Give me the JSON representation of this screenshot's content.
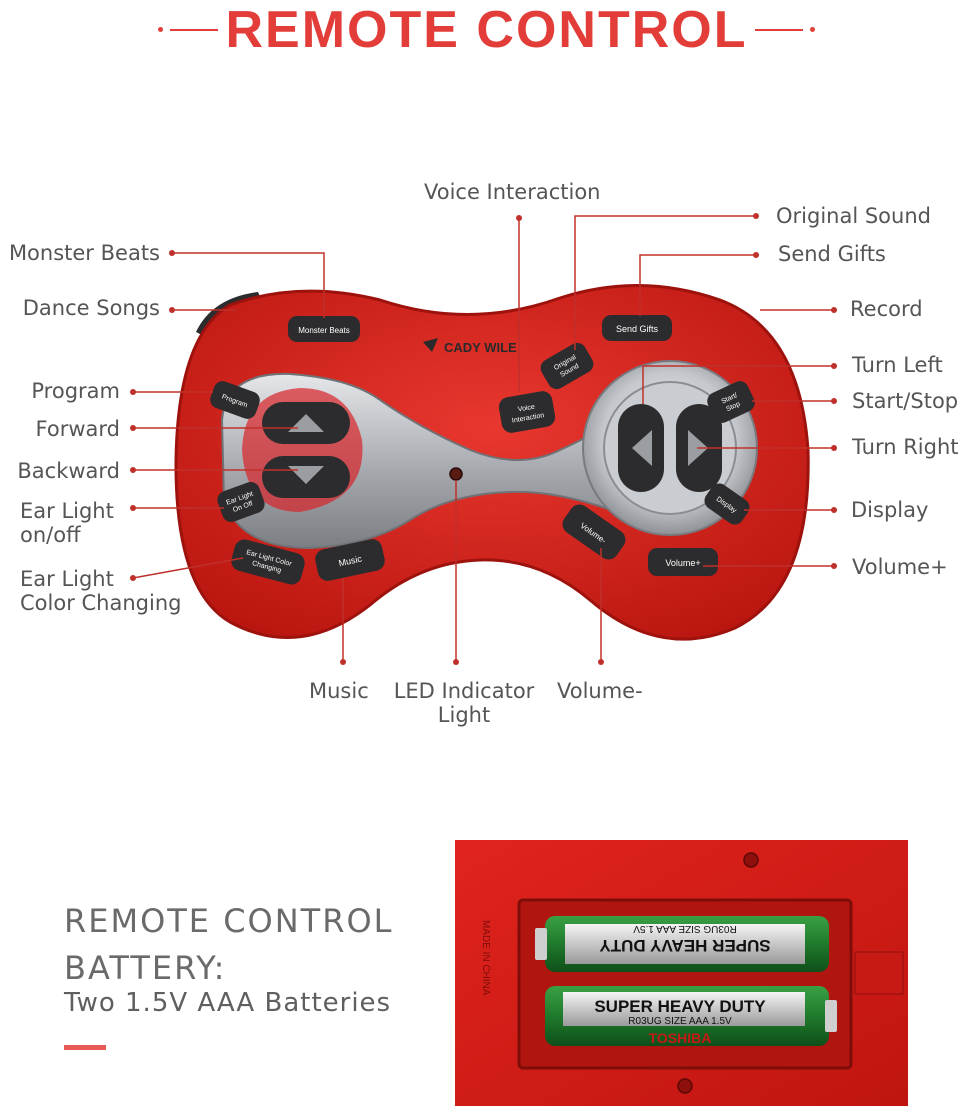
{
  "title": "REMOTE CONTROL",
  "brand": "CADY WILE",
  "colors": {
    "accent": "#e23d38",
    "body": "#d92622",
    "silver": "#b9bcc0",
    "button": "#2c2c2e",
    "label": "#555555"
  },
  "callouts": {
    "voice_interaction": "Voice Interaction",
    "original_sound": "Original Sound",
    "send_gifts": "Send Gifts",
    "monster_beats": "Monster Beats",
    "dance_songs": "Dance Songs",
    "record": "Record",
    "program": "Program",
    "forward": "Forward",
    "backward": "Backward",
    "ear_light_onoff_1": "Ear Light",
    "ear_light_onoff_2": "on/off",
    "ear_light_color_1": "Ear Light",
    "ear_light_color_2": "Color Changing",
    "turn_left": "Turn Left",
    "start_stop": "Start/Stop",
    "turn_right": "Turn Right",
    "display": "Display",
    "volume_plus": "Volume+",
    "music": "Music",
    "led_indicator_1": "LED Indicator",
    "led_indicator_2": "Light",
    "volume_minus": "Volume-"
  },
  "buttons": {
    "monster_beats": "Monster Beats",
    "send_gifts": "Send Gifts",
    "original_sound_1": "Original",
    "original_sound_2": "Sound",
    "voice_interaction_1": "Voice",
    "voice_interaction_2": "Interaction",
    "program": "Program",
    "start_stop_1": "Start/",
    "start_stop_2": "Stop",
    "ear_light_onoff_1": "Ear Light",
    "ear_light_onoff_2": "On Off",
    "ear_light_color_1": "Ear Light Color",
    "ear_light_color_2": "Changing",
    "music": "Music",
    "volume_minus": "Volume-",
    "volume_plus": "Volume+",
    "display": "Display"
  },
  "battery": {
    "heading_line1": "REMOTE CONTROL",
    "heading_line2": "BATTERY:",
    "subtitle": "Two 1.5V AAA Batteries",
    "cell_brand": "SUPER HEAVY DUTY",
    "cell_spec": "R03UG  SIZE  AAA  1.5V",
    "cell_maker": "TOSHIBA",
    "case_text": "MADE IN CHINA"
  }
}
